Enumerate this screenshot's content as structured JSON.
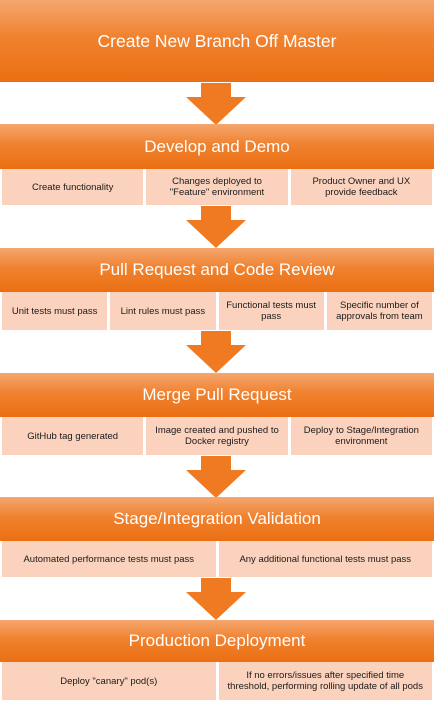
{
  "stages": [
    {
      "title": "Create New Branch Off Master",
      "items": []
    },
    {
      "title": "Develop and Demo",
      "items": [
        "Create functionality",
        "Changes deployed to \"Feature\" environment",
        "Product Owner and UX provide feedback"
      ]
    },
    {
      "title": "Pull Request and Code Review",
      "items": [
        "Unit tests must pass",
        "Lint rules must pass",
        "Functional tests must pass",
        "Specific number of approvals from team"
      ]
    },
    {
      "title": "Merge Pull Request",
      "items": [
        "GitHub tag generated",
        "Image created and pushed to Docker registry",
        "Deploy to Stage/Integration environment"
      ]
    },
    {
      "title": "Stage/Integration Validation",
      "items": [
        "Automated performance tests must pass",
        "Any additional functional tests must pass"
      ]
    },
    {
      "title": "Production Deployment",
      "items": [
        "Deploy \"canary\" pod(s)",
        "If no errors/issues after specified time threshold, performing rolling update of all pods"
      ]
    }
  ],
  "colors": {
    "header_top": "#f5a66f",
    "header_bottom": "#eb6f12",
    "cell_bg": "#fbd2bd",
    "arrow": "#f07a22"
  }
}
